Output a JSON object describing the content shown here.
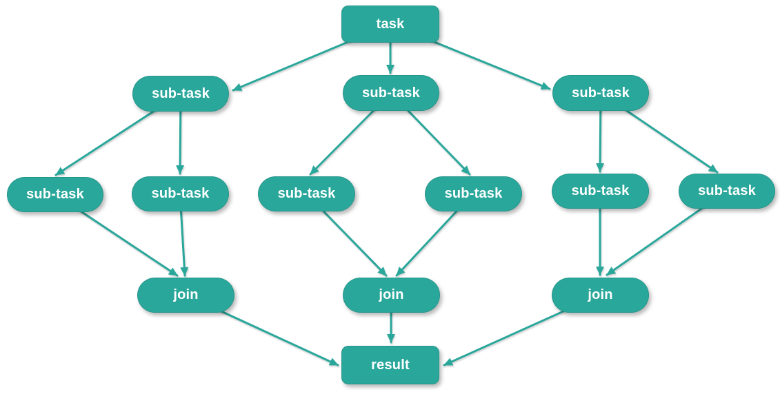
{
  "diagram": {
    "colors": {
      "node_fill": "#2aa79b",
      "edge": "#2aa79b",
      "node_text": "#ffffff",
      "background": "#ffffff"
    },
    "nodes": [
      {
        "id": "task",
        "label": "task",
        "shape": "rect"
      },
      {
        "id": "subtask-l2-left",
        "label": "sub-task",
        "shape": "pill"
      },
      {
        "id": "subtask-l2-mid",
        "label": "sub-task",
        "shape": "pill"
      },
      {
        "id": "subtask-l2-right",
        "label": "sub-task",
        "shape": "pill"
      },
      {
        "id": "subtask-l3-1",
        "label": "sub-task",
        "shape": "pill"
      },
      {
        "id": "subtask-l3-2",
        "label": "sub-task",
        "shape": "pill"
      },
      {
        "id": "subtask-l3-3",
        "label": "sub-task",
        "shape": "pill"
      },
      {
        "id": "subtask-l3-4",
        "label": "sub-task",
        "shape": "pill"
      },
      {
        "id": "subtask-l3-5",
        "label": "sub-task",
        "shape": "pill"
      },
      {
        "id": "subtask-l3-6",
        "label": "sub-task",
        "shape": "pill"
      },
      {
        "id": "join-left",
        "label": "join",
        "shape": "pill"
      },
      {
        "id": "join-mid",
        "label": "join",
        "shape": "pill"
      },
      {
        "id": "join-right",
        "label": "join",
        "shape": "pill"
      },
      {
        "id": "result",
        "label": "result",
        "shape": "rect"
      }
    ],
    "edges": [
      {
        "from": "task",
        "to": "subtask-l2-left"
      },
      {
        "from": "task",
        "to": "subtask-l2-mid"
      },
      {
        "from": "task",
        "to": "subtask-l2-right"
      },
      {
        "from": "subtask-l2-left",
        "to": "subtask-l3-1"
      },
      {
        "from": "subtask-l2-left",
        "to": "subtask-l3-2"
      },
      {
        "from": "subtask-l2-mid",
        "to": "subtask-l3-3"
      },
      {
        "from": "subtask-l2-mid",
        "to": "subtask-l3-4"
      },
      {
        "from": "subtask-l2-right",
        "to": "subtask-l3-5"
      },
      {
        "from": "subtask-l2-right",
        "to": "subtask-l3-6"
      },
      {
        "from": "subtask-l3-1",
        "to": "join-left"
      },
      {
        "from": "subtask-l3-2",
        "to": "join-left"
      },
      {
        "from": "subtask-l3-3",
        "to": "join-mid"
      },
      {
        "from": "subtask-l3-4",
        "to": "join-mid"
      },
      {
        "from": "subtask-l3-5",
        "to": "join-right"
      },
      {
        "from": "subtask-l3-6",
        "to": "join-right"
      },
      {
        "from": "join-left",
        "to": "result"
      },
      {
        "from": "join-mid",
        "to": "result"
      },
      {
        "from": "join-right",
        "to": "result"
      }
    ]
  }
}
